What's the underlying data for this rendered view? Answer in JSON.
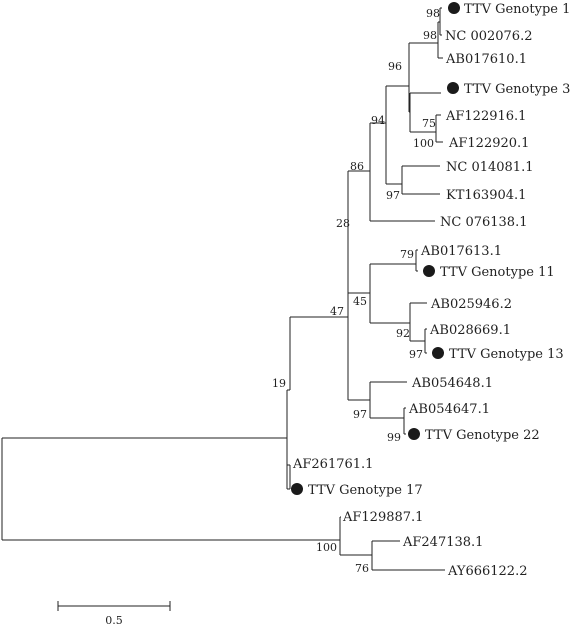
{
  "tree": {
    "leaves": [
      {
        "id": "g1",
        "label": "TTV Genotype 1",
        "marked": true
      },
      {
        "id": "nc002076",
        "label": "NC 002076.2",
        "marked": false
      },
      {
        "id": "ab017610",
        "label": "AB017610.1",
        "marked": false
      },
      {
        "id": "g3",
        "label": "TTV Genotype 3",
        "marked": true
      },
      {
        "id": "af122916",
        "label": "AF122916.1",
        "marked": false
      },
      {
        "id": "af122920",
        "label": "AF122920.1",
        "marked": false
      },
      {
        "id": "nc014081",
        "label": "NC 014081.1",
        "marked": false
      },
      {
        "id": "kt163904",
        "label": "KT163904.1",
        "marked": false
      },
      {
        "id": "nc076138",
        "label": "NC 076138.1",
        "marked": false
      },
      {
        "id": "ab017613",
        "label": "AB017613.1",
        "marked": false
      },
      {
        "id": "g11",
        "label": "TTV Genotype 11",
        "marked": true
      },
      {
        "id": "ab025946",
        "label": "AB025946.2",
        "marked": false
      },
      {
        "id": "ab028669",
        "label": "AB028669.1",
        "marked": false
      },
      {
        "id": "g13",
        "label": "TTV Genotype 13",
        "marked": true
      },
      {
        "id": "ab054648",
        "label": "AB054648.1",
        "marked": false
      },
      {
        "id": "ab054647",
        "label": "AB054647.1",
        "marked": false
      },
      {
        "id": "g22",
        "label": "TTV Genotype 22",
        "marked": true
      },
      {
        "id": "af261761",
        "label": "AF261761.1",
        "marked": false
      },
      {
        "id": "g17",
        "label": "TTV Genotype 17",
        "marked": true
      },
      {
        "id": "af129887",
        "label": "AF129887.1",
        "marked": false
      },
      {
        "id": "af247138",
        "label": "AF247138.1",
        "marked": false
      },
      {
        "id": "ay666122",
        "label": "AY666122.2",
        "marked": false
      }
    ],
    "bootstrap": [
      {
        "id": "b98a",
        "value": "98"
      },
      {
        "id": "b98b",
        "value": "98"
      },
      {
        "id": "b96",
        "value": "96"
      },
      {
        "id": "b75",
        "value": "75"
      },
      {
        "id": "b100a",
        "value": "100"
      },
      {
        "id": "b94",
        "value": "94"
      },
      {
        "id": "b97a",
        "value": "97"
      },
      {
        "id": "b86",
        "value": "86"
      },
      {
        "id": "b28",
        "value": "28"
      },
      {
        "id": "b79",
        "value": "79"
      },
      {
        "id": "b45",
        "value": "45"
      },
      {
        "id": "b92",
        "value": "92"
      },
      {
        "id": "b97b",
        "value": "97"
      },
      {
        "id": "b47",
        "value": "47"
      },
      {
        "id": "b97c",
        "value": "97"
      },
      {
        "id": "b99",
        "value": "99"
      },
      {
        "id": "b19",
        "value": "19"
      },
      {
        "id": "b100b",
        "value": "100"
      },
      {
        "id": "b76",
        "value": "76"
      }
    ],
    "scale_bar": {
      "label": "0.5"
    },
    "colors": {
      "line": "#222222",
      "marker": "#1a1a1a"
    }
  }
}
